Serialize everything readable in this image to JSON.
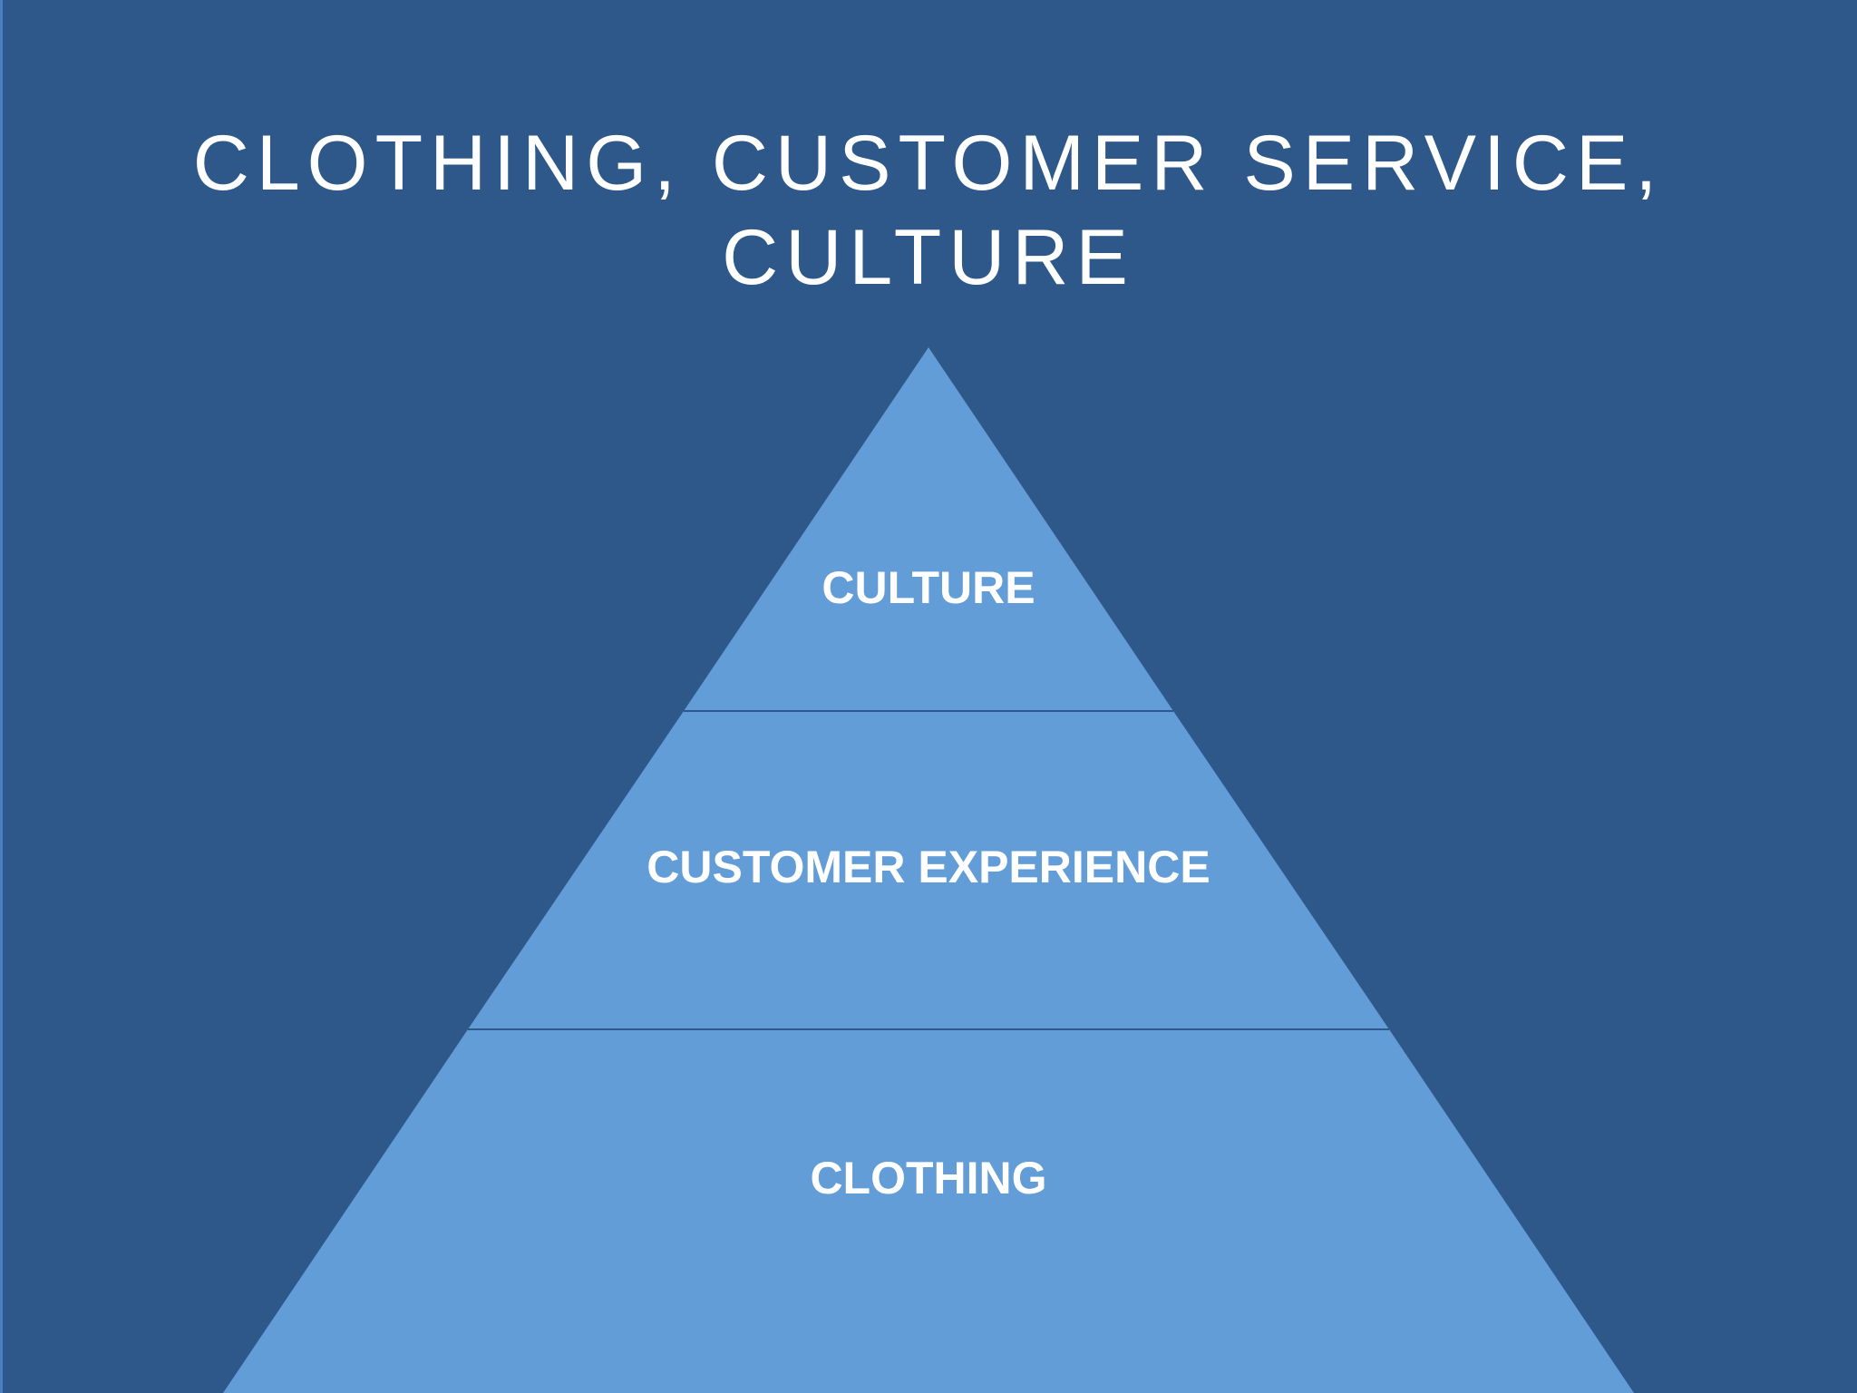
{
  "slide": {
    "title_line1": "CLOTHING, CUSTOMER SERVICE,",
    "title_line2": "CULTURE"
  },
  "pyramid": {
    "tiers": [
      {
        "label": "CULTURE"
      },
      {
        "label": "CUSTOMER EXPERIENCE"
      },
      {
        "label": "CLOTHING"
      }
    ]
  },
  "colors": {
    "background": "#2d5889",
    "pyramid_fill": "#629dd8",
    "divider": "#2d5889",
    "text": "#ffffff"
  }
}
